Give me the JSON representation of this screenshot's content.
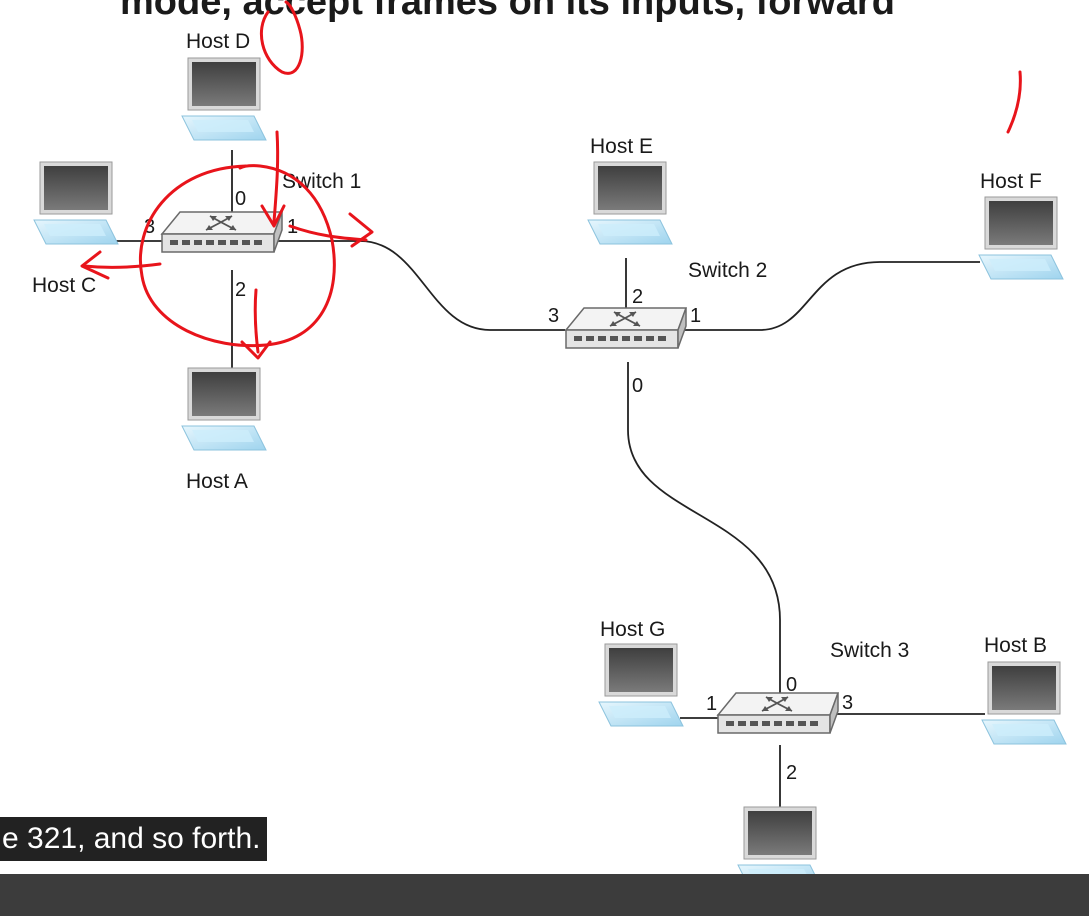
{
  "top_text": "mode, accept frames on its inputs, forward",
  "caption": "e 321, and so forth.",
  "hosts": {
    "a": "Host A",
    "b": "Host B",
    "c": "Host C",
    "d": "Host D",
    "e": "Host E",
    "f": "Host F",
    "g": "Host G"
  },
  "switches": {
    "s1": "Switch 1",
    "s2": "Switch 2",
    "s3": "Switch 3"
  },
  "ports": {
    "s1": {
      "p0": "0",
      "p1": "1",
      "p2": "2",
      "p3": "3"
    },
    "s2": {
      "p0": "0",
      "p1": "1",
      "p2": "2",
      "p3": "3"
    },
    "s3": {
      "p0": "0",
      "p1": "1",
      "p2": "2",
      "p3": "3"
    }
  },
  "colors": {
    "annotation": "#e8141b",
    "switch_body": "#f2f2f2",
    "monitor_screen": "#555555",
    "keyboard": "#bfe6f7"
  }
}
